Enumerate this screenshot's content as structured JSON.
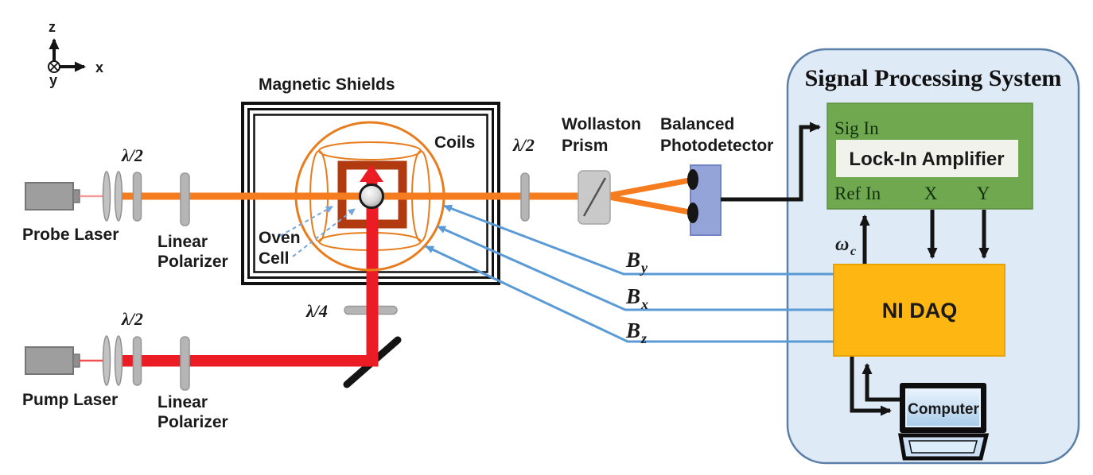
{
  "axes": {
    "z": "z",
    "x": "x",
    "y": "y"
  },
  "probe": {
    "laser_label": "Probe Laser",
    "half_wave_plate": "λ/2",
    "polarizer_line1": "Linear",
    "polarizer_line2": "Polarizer"
  },
  "pump": {
    "laser_label": "Pump Laser",
    "half_wave_plate": "λ/2",
    "quarter_wave_plate": "λ/4",
    "polarizer_line1": "Linear",
    "polarizer_line2": "Polarizer"
  },
  "shield_region": {
    "shields_label": "Magnetic Shields",
    "coils_label": "Coils",
    "oven_label": "Oven",
    "cell_label": "Cell"
  },
  "detection": {
    "half_wave_plate": "λ/2",
    "wollaston_line1": "Wollaston",
    "wollaston_line2": "Prism",
    "detector_line1": "Balanced",
    "detector_line2": "Photodetector"
  },
  "processing": {
    "title": "Signal Processing System",
    "lockin_title": "Lock-In Amplifier",
    "sig_in": "Sig In",
    "ref_in": "Ref In",
    "out_x": "X",
    "out_y": "Y",
    "daq_label": "NI DAQ",
    "computer_label": "Computer"
  },
  "signals": {
    "omega": "ω",
    "omega_sub": "c",
    "b_symbol": "B",
    "b_sub_y": "y",
    "b_sub_x": "x",
    "b_sub_z": "z"
  },
  "colors": {
    "beam_orange": "#F57C1F",
    "beam_red": "#EC1C24",
    "coil_orange": "#E87D1E",
    "oven_red": "#B23A10",
    "lockin_green": "#6FA84E",
    "lockin_inner": "#F2F2ED",
    "daq_yellow": "#FEB612",
    "panel_fill": "#DEEAF6",
    "panel_border": "#5B7FA8",
    "wire_blue": "#5B9BD5",
    "detector_blue": "#94A4D8",
    "optic_gray": "#B5B5B5"
  }
}
